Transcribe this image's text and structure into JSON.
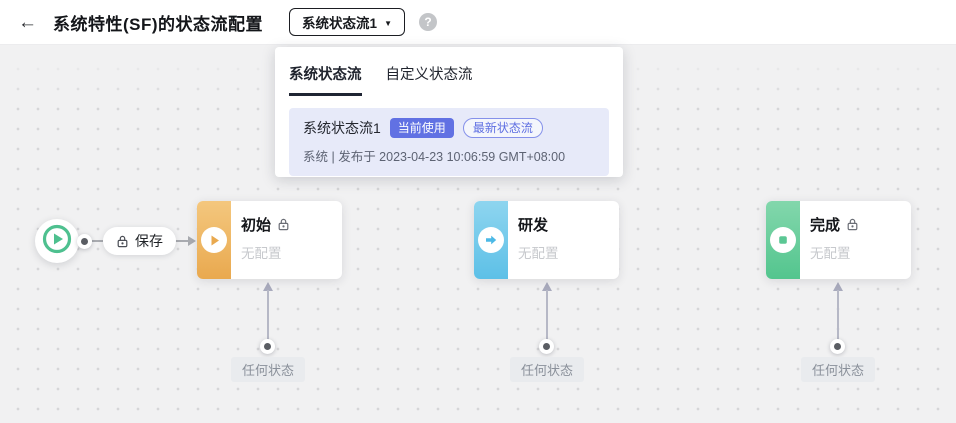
{
  "header": {
    "back_icon": "←",
    "title": "系统特性(SF)的状态流配置",
    "selector_label": "系统状态流1",
    "selector_caret": "▼",
    "help_icon": "?"
  },
  "dropdown": {
    "tabs": [
      {
        "label": "系统状态流",
        "active": true
      },
      {
        "label": "自定义状态流",
        "active": false
      }
    ],
    "item": {
      "name": "系统状态流1",
      "badge_current": "当前使用",
      "badge_latest": "最新状态流",
      "meta": "系统 | 发布于 2023-04-23 10:06:59 GMT+08:00"
    }
  },
  "flow": {
    "save_label": "保存",
    "any_state_label": "任何状态",
    "nodes": [
      {
        "title": "初始",
        "subtitle": "无配置",
        "locked": true,
        "icon": "play-icon",
        "color": "#eeb257"
      },
      {
        "title": "研发",
        "subtitle": "无配置",
        "locked": false,
        "icon": "arrow-right-icon",
        "color": "#5ec1e8"
      },
      {
        "title": "完成",
        "subtitle": "无配置",
        "locked": true,
        "icon": "stop-square-icon",
        "color": "#5fcb97"
      }
    ]
  },
  "colors": {
    "accent_indigo": "#6171e3",
    "tab_underline": "#1f2533",
    "start_green": "#4ec08f",
    "canvas_bg": "#f1f1f2",
    "highlight_card_bg": "#e7eaf9"
  }
}
